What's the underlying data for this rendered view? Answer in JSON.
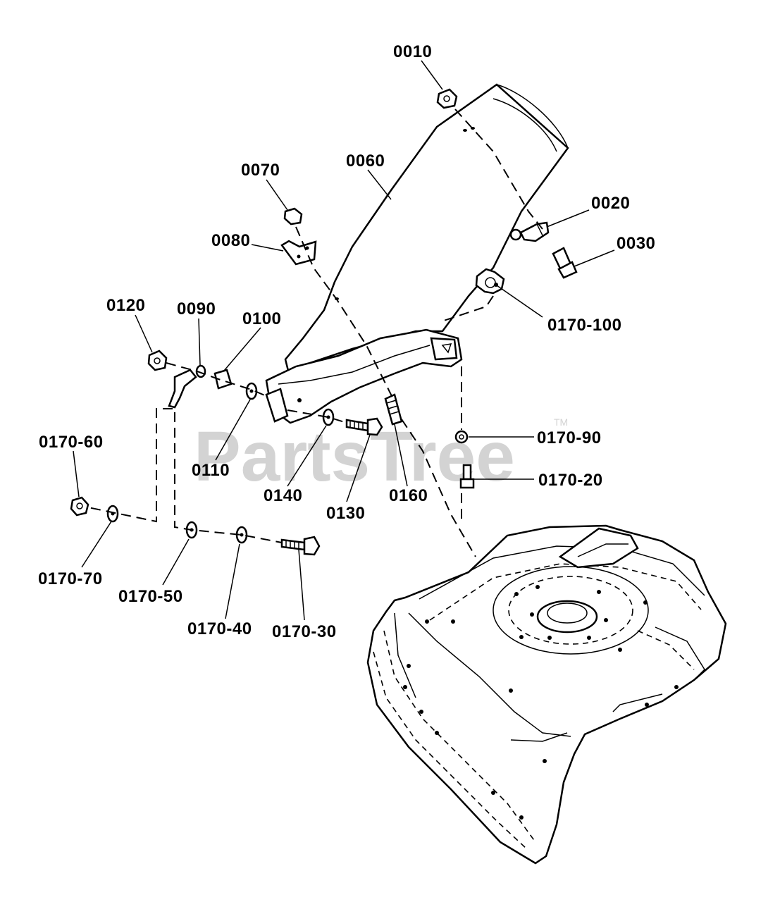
{
  "watermark": {
    "text": "PartsTree",
    "trademark": "TM"
  },
  "callouts": {
    "c0010": "0010",
    "c0020": "0020",
    "c0030": "0030",
    "c0060": "0060",
    "c0070": "0070",
    "c0080": "0080",
    "c0090": "0090",
    "c0100": "0100",
    "c0110": "0110",
    "c0120": "0120",
    "c0130": "0130",
    "c0140": "0140",
    "c0160": "0160",
    "c0170_100": "0170-100",
    "c0170_90": "0170-90",
    "c0170_20": "0170-20",
    "c0170_60": "0170-60",
    "c0170_70": "0170-70",
    "c0170_50": "0170-50",
    "c0170_40": "0170-40",
    "c0170_30": "0170-30"
  }
}
